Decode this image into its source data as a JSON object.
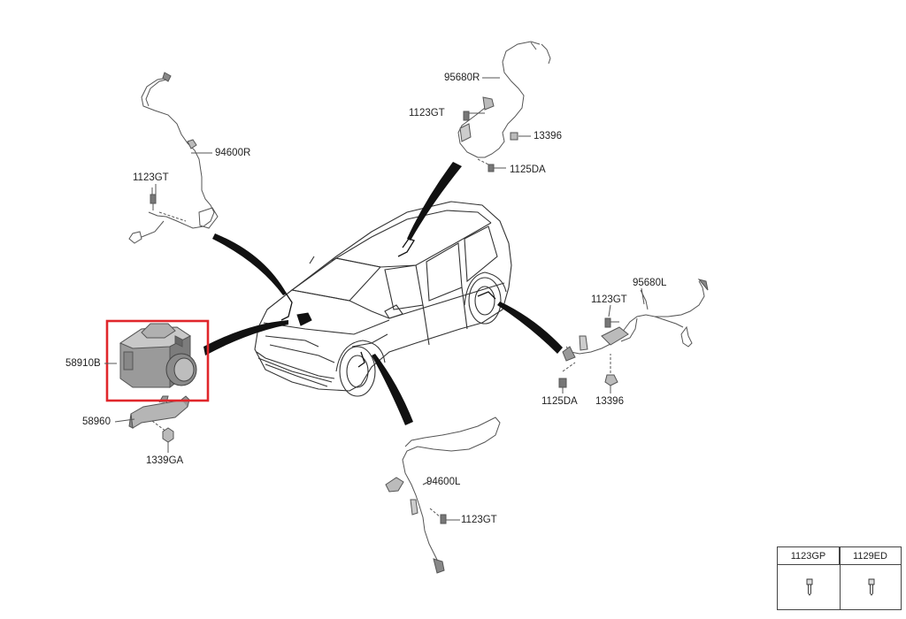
{
  "diagram": {
    "highlight_color": "#e0262b",
    "parts": [
      {
        "id": "94600R",
        "label": "94600R"
      },
      {
        "id": "1123GT_fr",
        "label": "1123GT"
      },
      {
        "id": "95680R",
        "label": "95680R"
      },
      {
        "id": "1123GT_rr",
        "label": "1123GT"
      },
      {
        "id": "13396_rr",
        "label": "13396"
      },
      {
        "id": "1125DA_rr",
        "label": "1125DA"
      },
      {
        "id": "95680L",
        "label": "95680L"
      },
      {
        "id": "1123GT_rl",
        "label": "1123GT"
      },
      {
        "id": "1125DA_rl",
        "label": "1125DA"
      },
      {
        "id": "13396_rl",
        "label": "13396"
      },
      {
        "id": "58910B",
        "label": "58910B"
      },
      {
        "id": "58960",
        "label": "58960"
      },
      {
        "id": "1339GA",
        "label": "1339GA"
      },
      {
        "id": "94600L",
        "label": "94600L"
      },
      {
        "id": "1123GT_fl",
        "label": "1123GT"
      }
    ]
  },
  "legend_table": {
    "columns": [
      "1123GP",
      "1129ED"
    ],
    "icons": [
      "bolt-icon",
      "bolt-icon"
    ]
  }
}
